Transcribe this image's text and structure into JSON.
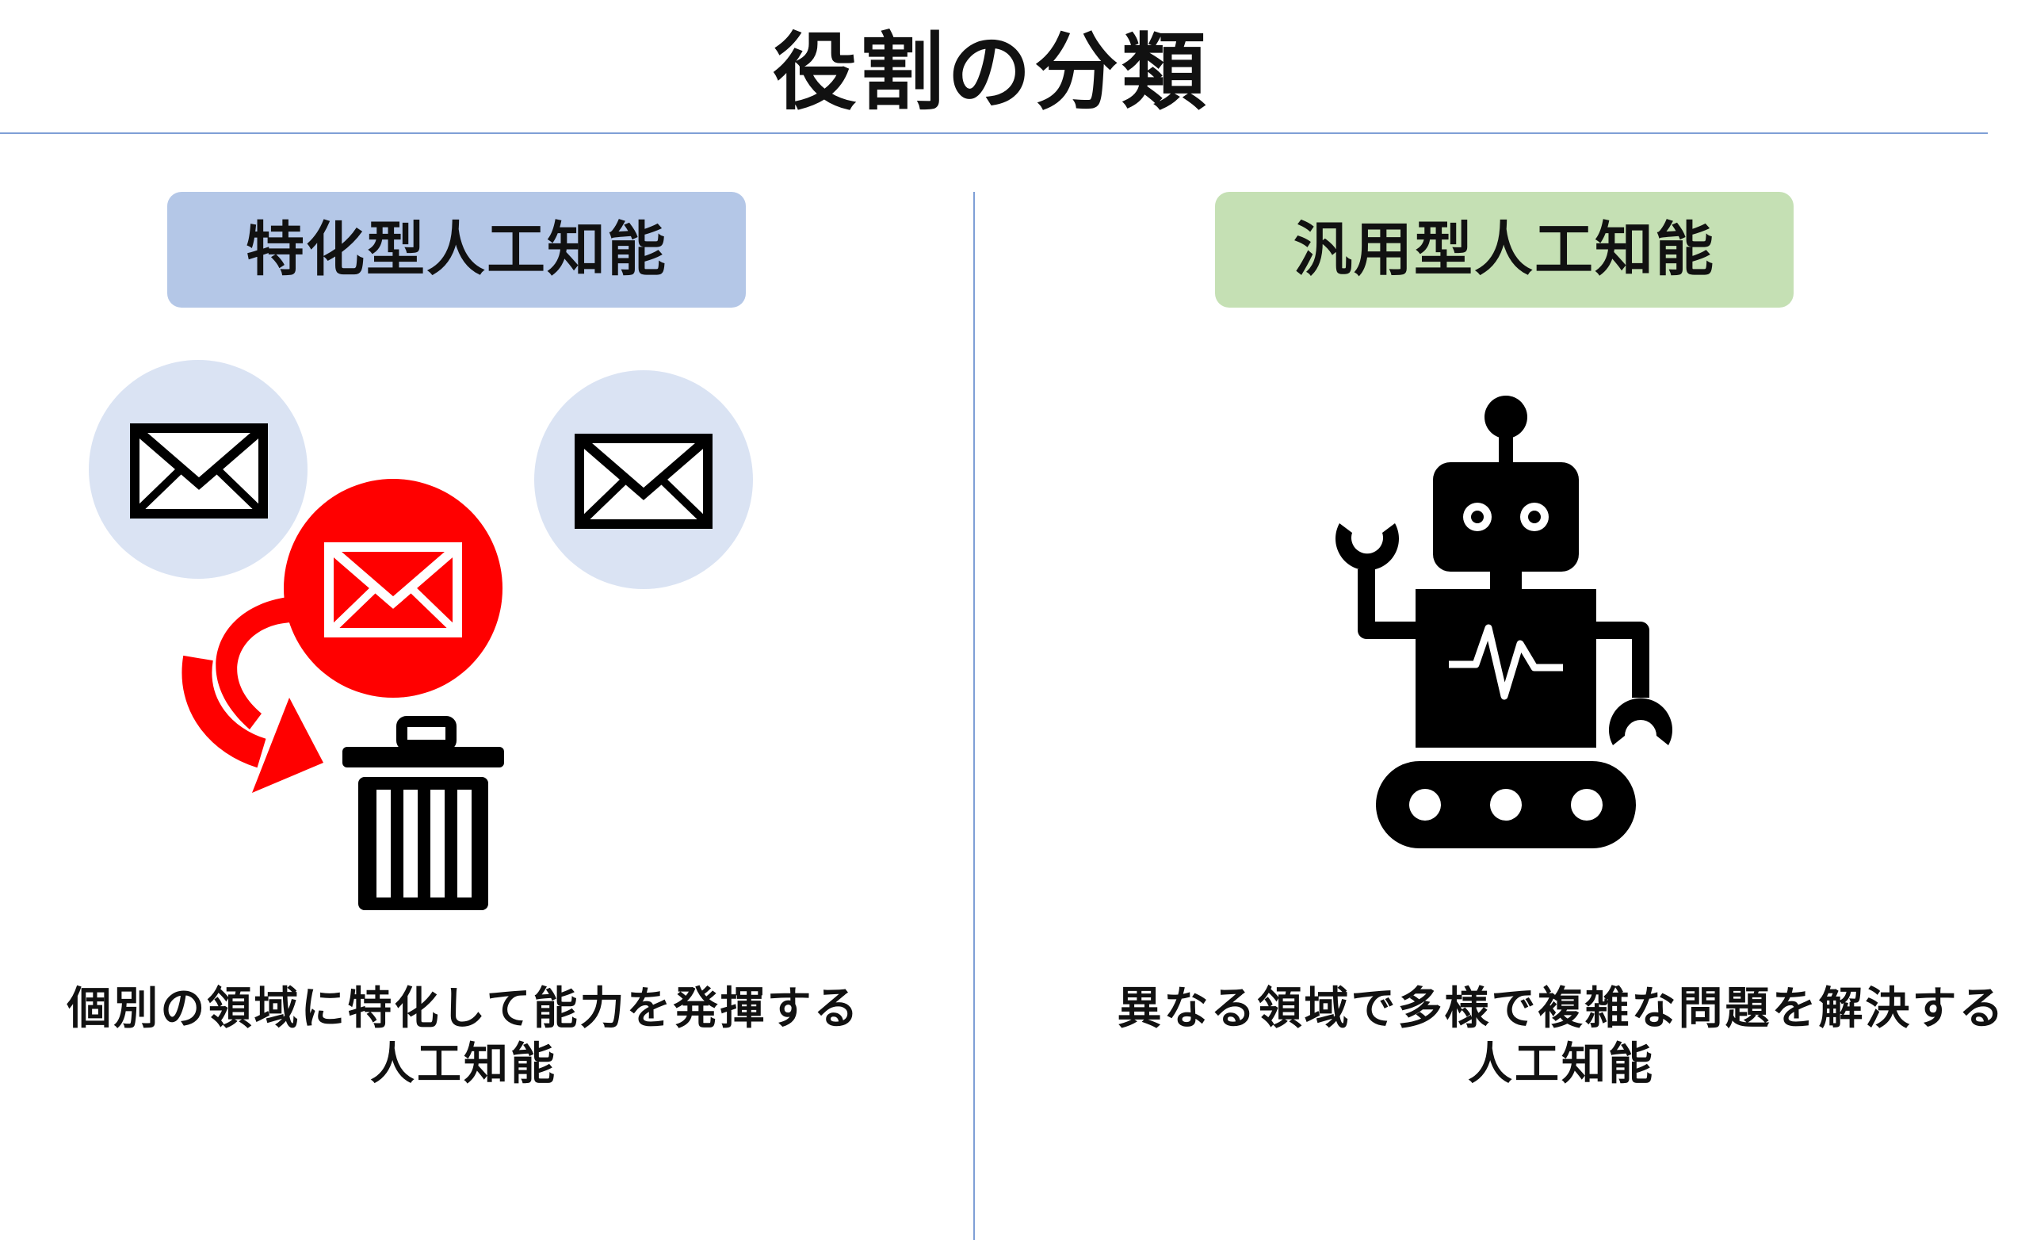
{
  "title": "役割の分類",
  "left": {
    "label": "特化型人工知能",
    "description_line1": "個別の領域に特化して能力を発揮する",
    "description_line2": "人工知能",
    "colors": {
      "label_bg": "#b4c7e7",
      "circle_bg": "#dae3f3",
      "highlight": "#ff0000",
      "icon": "#000000"
    },
    "icons": [
      "envelope-icon",
      "envelope-icon",
      "envelope-icon",
      "curved-arrow-icon",
      "trash-can-icon"
    ]
  },
  "right": {
    "label": "汎用型人工知能",
    "description_line1": "異なる領域で多様で複雑な問題を解決する",
    "description_line2": "人工知能",
    "colors": {
      "label_bg": "#c5e0b4",
      "icon": "#000000"
    },
    "icons": [
      "robot-icon"
    ]
  },
  "colors": {
    "rule": "#7f9fd6",
    "text": "#111111",
    "background": "#ffffff"
  }
}
